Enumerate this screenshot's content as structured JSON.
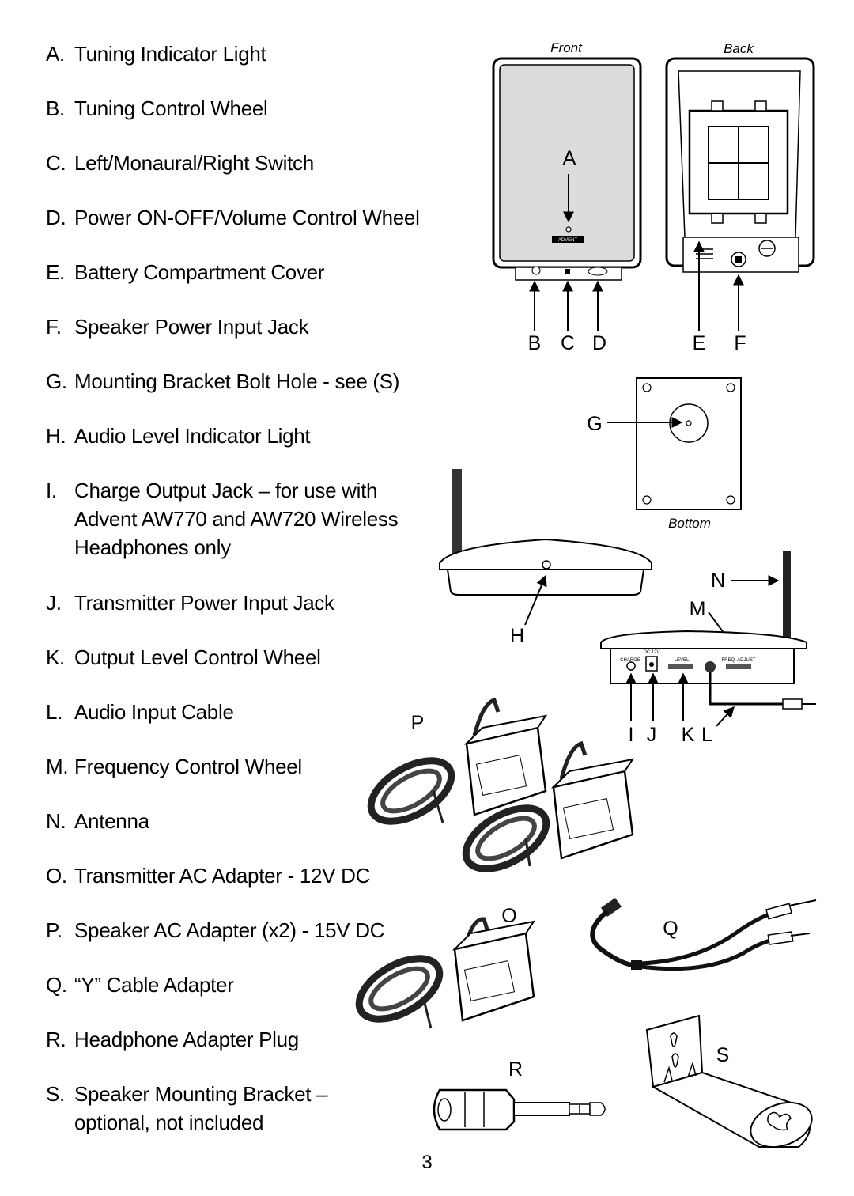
{
  "items": [
    {
      "key": "A.",
      "text": "Tuning Indicator Light"
    },
    {
      "key": "B.",
      "text": "Tuning Control Wheel"
    },
    {
      "key": "C.",
      "text": "Left/Monaural/Right Switch"
    },
    {
      "key": "D.",
      "text": "Power ON-OFF/Volume Control Wheel"
    },
    {
      "key": "E.",
      "text": "Battery Compartment Cover"
    },
    {
      "key": "F.",
      "text": "Speaker Power Input Jack"
    },
    {
      "key": "G.",
      "text": "Mounting Bracket Bolt Hole - see (S)"
    },
    {
      "key": "H.",
      "text": "Audio Level Indicator Light"
    },
    {
      "key": "I.",
      "text": "Charge Output Jack – for use with\nAdvent AW770 and AW720 Wireless\nHeadphones only"
    },
    {
      "key": "J.",
      "text": "Transmitter Power Input Jack"
    },
    {
      "key": "K.",
      "text": "Output Level Control Wheel"
    },
    {
      "key": "L.",
      "text": "Audio Input Cable"
    },
    {
      "key": "M.",
      "text": "Frequency Control Wheel"
    },
    {
      "key": "N.",
      "text": "Antenna"
    },
    {
      "key": "O.",
      "text": "Transmitter AC Adapter - 12V DC"
    },
    {
      "key": "P.",
      "text": "Speaker AC Adapter (x2) - 15V DC"
    },
    {
      "key": "Q.",
      "text": "“Y” Cable Adapter"
    },
    {
      "key": "R.",
      "text": "Headphone Adapter Plug"
    },
    {
      "key": "S.",
      "text": "Speaker Mounting Bracket –\noptional, not included"
    }
  ],
  "figure": {
    "captions": {
      "front": "Front",
      "back": "Back",
      "bottom": "Bottom"
    },
    "letters": {
      "A": "A",
      "B": "B",
      "C": "C",
      "D": "D",
      "E": "E",
      "F": "F",
      "G": "G",
      "H": "H",
      "I": "I",
      "J": "J",
      "K": "K",
      "L": "L",
      "M": "M",
      "N": "N",
      "O": "O",
      "P": "P",
      "Q": "Q",
      "R": "R",
      "S": "S"
    },
    "brand": "ADVENT",
    "transmitter_labels": {
      "dc": "DC 12V",
      "charge": "CHARGE",
      "level": "LEVEL",
      "freq": "FREQ. ADJUST"
    }
  },
  "page_number": "3"
}
